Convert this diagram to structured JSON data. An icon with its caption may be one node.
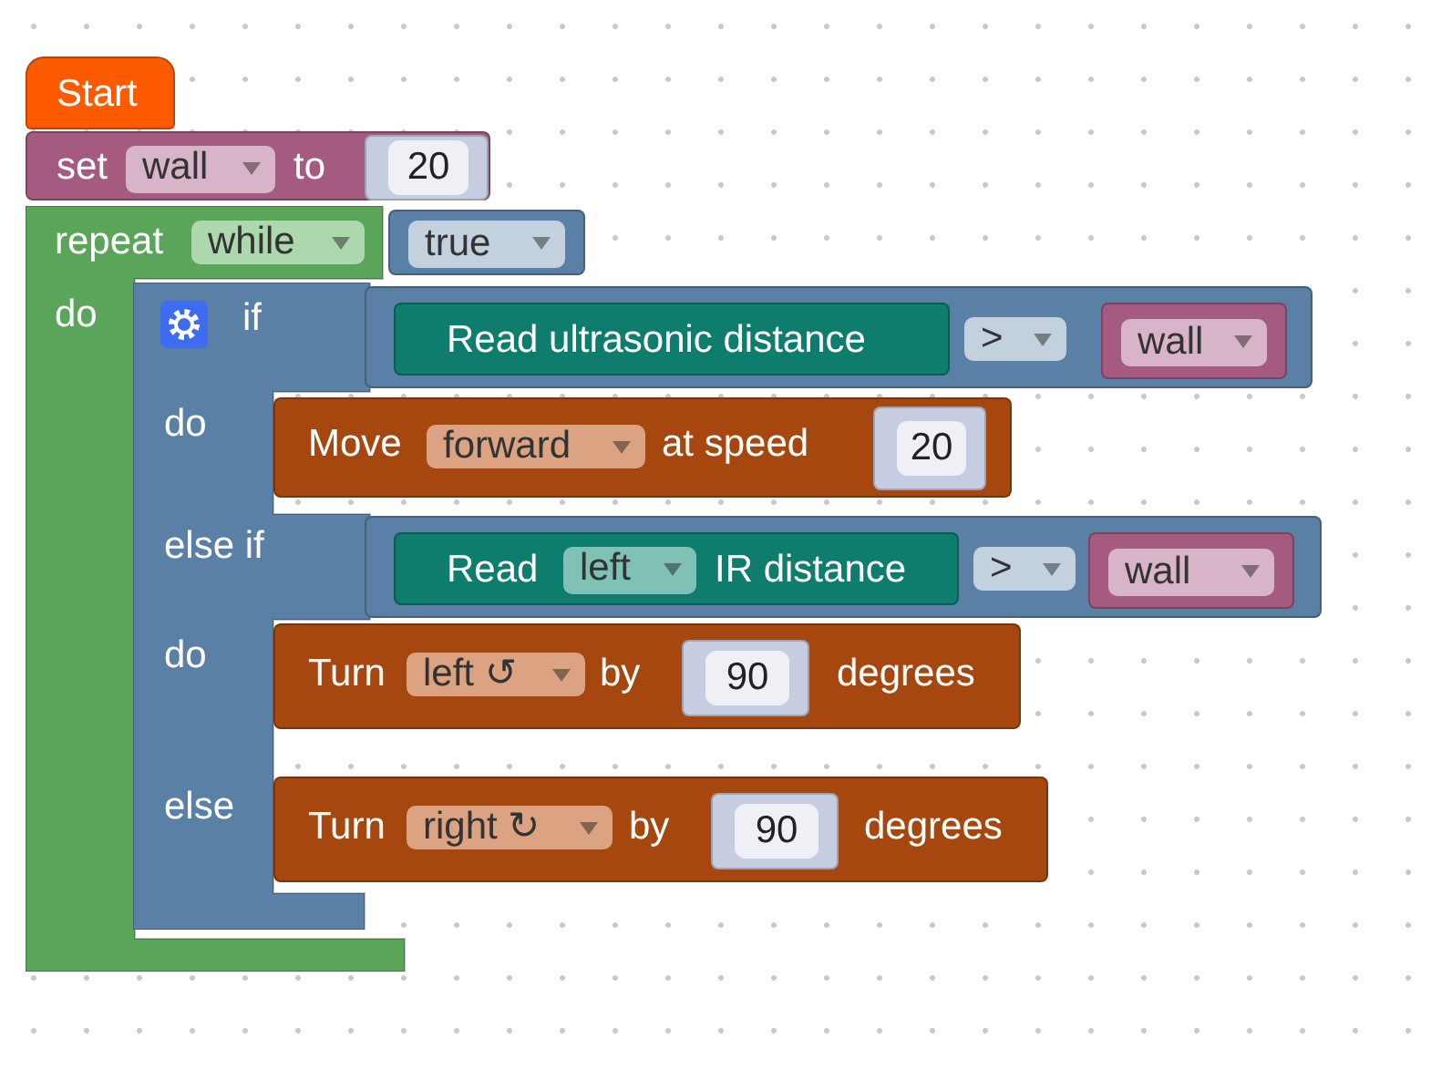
{
  "diagram": {
    "nodes": [
      {
        "text": [
          "Start"
        ]
      },
      {
        "text": [
          "set",
          "to"
        ]
      },
      {
        "text": [
          "wall"
        ],
        "in": 1
      },
      {
        "text": [
          "20"
        ],
        "in": 1
      },
      {
        "text": [
          "repeat",
          "do"
        ]
      },
      {
        "text": [
          "while"
        ],
        "in": 4
      },
      {
        "text": [
          "true"
        ]
      },
      {
        "text": [
          "if",
          "do",
          "else if",
          "do",
          "else"
        ],
        "in": 4
      },
      {
        "text": [],
        "shape": "box"
      },
      {
        "text": [
          "Read ultrasonic distance"
        ],
        "in": 8
      },
      {
        "text": [
          ">"
        ],
        "in": 8
      },
      {
        "text": [
          "wall"
        ],
        "in": 8
      },
      {
        "text": [
          "Move",
          "at speed"
        ]
      },
      {
        "text": [
          "forward"
        ],
        "in": 12
      },
      {
        "text": [
          "20"
        ],
        "in": 12
      },
      {
        "text": [],
        "shape": "box"
      },
      {
        "text": [
          "Read",
          "IR distance"
        ],
        "in": 15
      },
      {
        "text": [
          "left"
        ],
        "in": 16
      },
      {
        "text": [
          ">"
        ],
        "in": 15
      },
      {
        "text": [
          "wall"
        ],
        "in": 15
      },
      {
        "text": [
          "Turn",
          "by",
          "degrees"
        ]
      },
      {
        "text": [
          "left ↺"
        ],
        "in": 20
      },
      {
        "text": [
          "90"
        ],
        "in": 20
      },
      {
        "text": [
          "Turn",
          "by",
          "degrees"
        ]
      },
      {
        "text": [
          "right ↻"
        ],
        "in": 23
      },
      {
        "text": [
          "90"
        ],
        "in": 23
      }
    ],
    "edges": []
  }
}
